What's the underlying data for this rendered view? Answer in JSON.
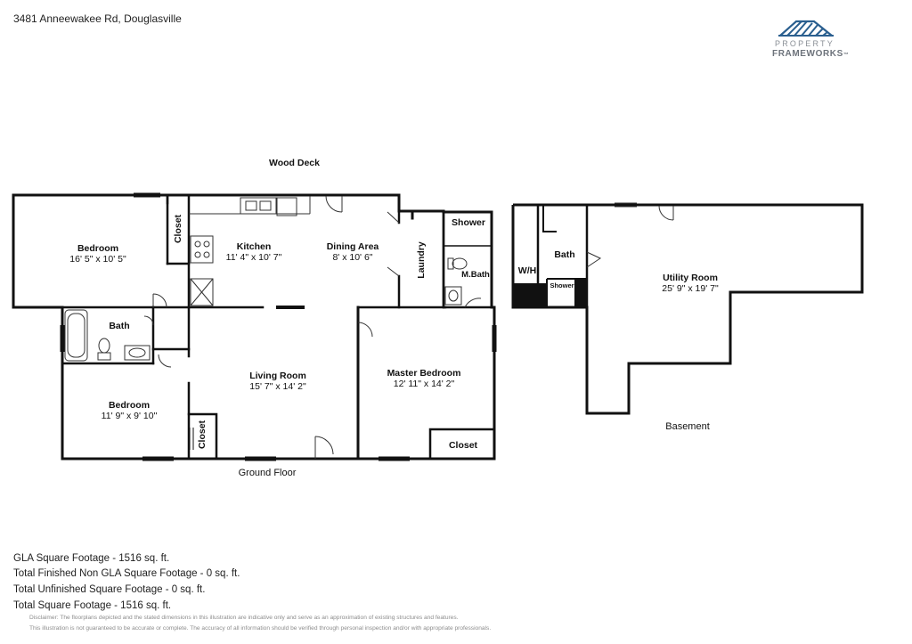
{
  "address": "3481 Anneewakee Rd, Douglasville",
  "logo": {
    "line1": "PROPERTY",
    "line2": "FRAMEWORKS",
    "trademark": "™"
  },
  "outdoor": {
    "wood_deck": "Wood Deck"
  },
  "rooms": {
    "bedroom1": {
      "name": "Bedroom",
      "dims": "16' 5\" x 10' 5\""
    },
    "closet1": {
      "name": "Closet"
    },
    "kitchen": {
      "name": "Kitchen",
      "dims": "11' 4\" x 10' 7\""
    },
    "dining": {
      "name": "Dining Area",
      "dims": "8' x 10' 6\""
    },
    "laundry": {
      "name": "Laundry"
    },
    "shower": {
      "name": "Shower"
    },
    "mbath": {
      "name": "M.Bath"
    },
    "bath": {
      "name": "Bath"
    },
    "bedroom2": {
      "name": "Bedroom",
      "dims": "11' 9\" x 9' 10\""
    },
    "living": {
      "name": "Living Room",
      "dims": "15' 7\" x 14' 2\""
    },
    "closet2": {
      "name": "Closet"
    },
    "master": {
      "name": "Master Bedroom",
      "dims": "12' 11\" x 14' 2\""
    },
    "closet3": {
      "name": "Closet"
    },
    "wh": {
      "name": "W/H"
    },
    "bbath": {
      "name": "Bath"
    },
    "bshower": {
      "name": "Shower"
    },
    "utility": {
      "name": "Utility Room",
      "dims": "25' 9\" x 19' 7\""
    }
  },
  "floors": {
    "ground": "Ground Floor",
    "basement": "Basement"
  },
  "footage": [
    "GLA Square Footage - 1516 sq. ft.",
    "Total Finished Non GLA Square Footage - 0 sq. ft.",
    "Total Unfinished Square Footage - 0 sq. ft.",
    "Total Square Footage - 1516 sq. ft."
  ],
  "disclaimer": [
    "Disclaimer: The floorplans depicted and the stated dimensions in this illustration are indicative only and serve as an approximation of existing structures and features.",
    "This illustration is not guaranteed to be accurate or complete. The accuracy of all information should be verified through personal inspection and/or with appropriate professionals."
  ],
  "colors": {
    "wall": "#111111",
    "logo_blue": "#2a5f8f",
    "logo_gray": "#6d737b"
  }
}
